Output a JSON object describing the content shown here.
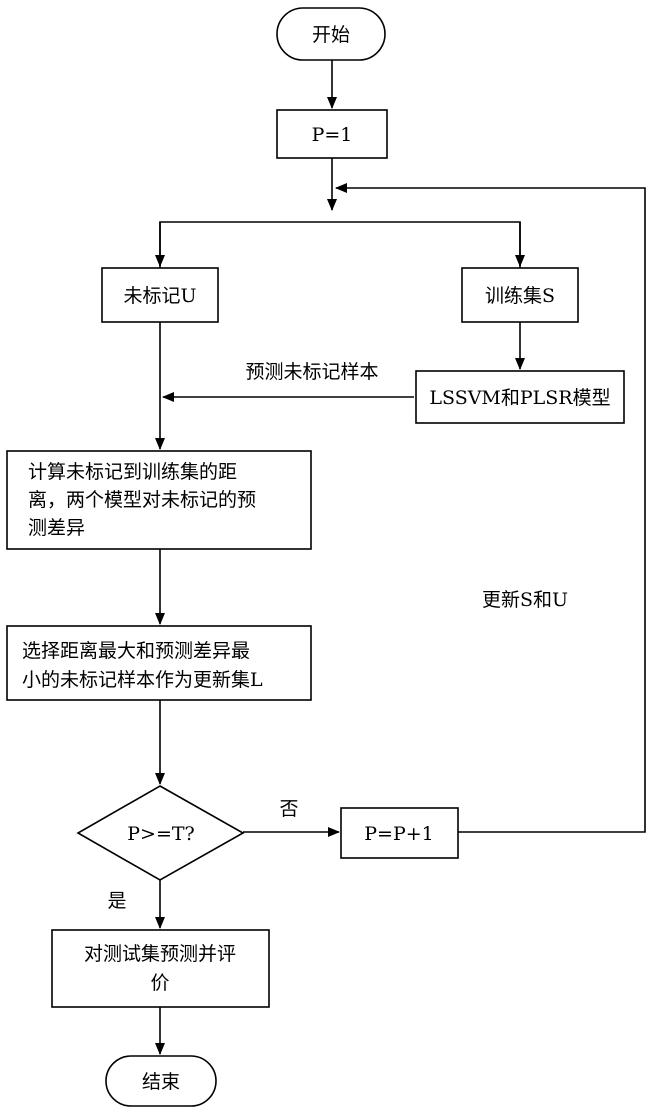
{
  "flowchart": {
    "start": "开始",
    "init": "P=1",
    "unlabeled": "未标记U",
    "training_set": "训练集S",
    "models": "LSSVM和PLSR模型",
    "compute": [
      "计算未标记到训练集的距",
      "离，两个模型对未标记的预",
      "测差异"
    ],
    "select": [
      "选择距离最大和预测差异最",
      "小的未标记样本作为更新集L"
    ],
    "decision": "P>=T?",
    "increment": "P=P+1",
    "evaluate": [
      "对测试集预测并评",
      "价"
    ],
    "end": "结束"
  },
  "edge_labels": {
    "predict_unlabeled": "预测未标记样本",
    "update": "更新S和U",
    "no": "否",
    "yes": "是"
  }
}
